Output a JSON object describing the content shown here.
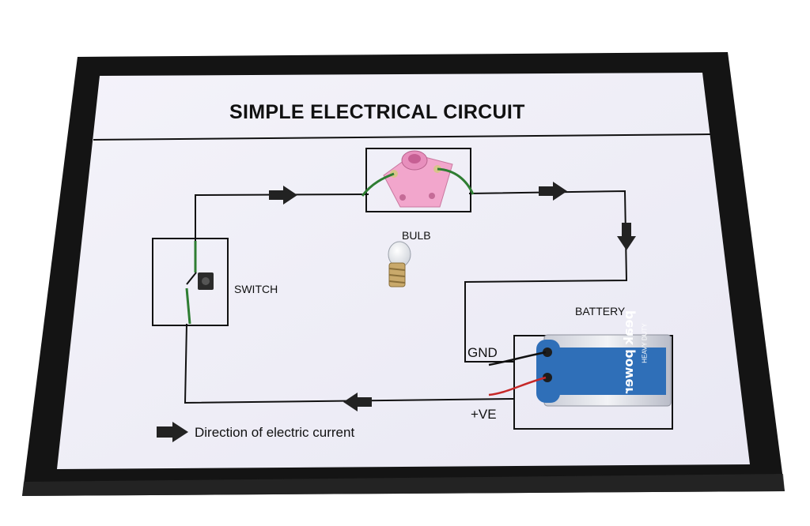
{
  "board": {
    "title": "SIMPLE ELECTRICAL CIRCUIT",
    "labels": {
      "bulb": "BULB",
      "switch": "SWITCH",
      "battery": "BATTERY",
      "gnd": "GND",
      "positive": "+VE"
    },
    "legend": {
      "text": "Direction of electric current"
    },
    "battery_brand": "peak power",
    "battery_subtext": "HEAVY DUTY"
  },
  "colors": {
    "board_border": "#141414",
    "paper": "#f1f0f8",
    "wire": "#111111",
    "bulb_holder": "#f2a6cc",
    "battery_blue": "#2f6fb8",
    "green_wire": "#2e7d32",
    "red_wire": "#c62828"
  },
  "icons": {
    "arrow": "arrow-right-icon",
    "bulb": "light-bulb-icon",
    "battery": "battery-9v-icon",
    "switch": "push-button-icon"
  }
}
